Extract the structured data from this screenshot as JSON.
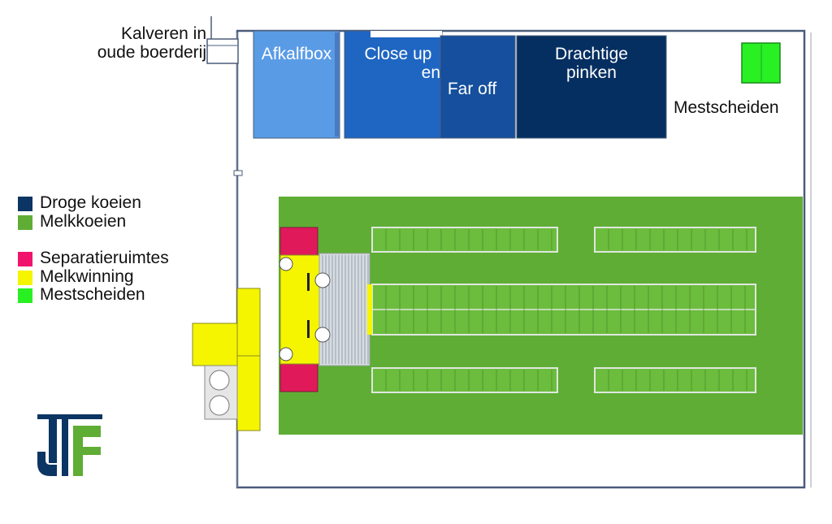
{
  "labels": {
    "calves_line1": "Kalveren in",
    "calves_line2": "oude boerderij",
    "calving_box": "Afkalfbox",
    "close_up_line1": "Close up",
    "close_up_line2": "en",
    "far_off": "Far off",
    "heifers_line1": "Drachtige",
    "heifers_line2": "pinken",
    "manure_separation": "Mestscheiden"
  },
  "legend": [
    {
      "label": "Droge koeien",
      "color": "#0b3563"
    },
    {
      "label": "Melkkoeien",
      "color": "#5fad35"
    },
    {
      "label": "Separatieruimtes",
      "color": "#f0146c"
    },
    {
      "label": "Melkwinning",
      "color": "#f5f500"
    },
    {
      "label": "Mestscheiden",
      "color": "#28f023"
    }
  ],
  "colors": {
    "calving_box": "#5a9be6",
    "close_up": "#1f66c2",
    "far_off": "#154f9d",
    "heifers": "#052f61",
    "milking_cows": "#5fad35",
    "separation": "#e0195a",
    "milking": "#f5f500",
    "manure": "#28f023",
    "walls": "#4a5c7a",
    "logo_blue": "#0b3563",
    "logo_green": "#5fad35"
  }
}
